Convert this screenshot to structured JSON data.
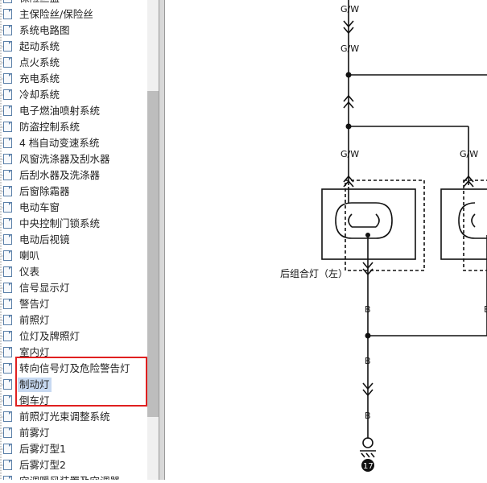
{
  "sidebar": {
    "items": [
      {
        "label": "保险丝盒"
      },
      {
        "label": "主保险丝/保险丝"
      },
      {
        "label": "系统电路图"
      },
      {
        "label": "起动系统"
      },
      {
        "label": "点火系统"
      },
      {
        "label": "充电系统"
      },
      {
        "label": "冷却系统"
      },
      {
        "label": "电子燃油喷射系统"
      },
      {
        "label": "防盗控制系统"
      },
      {
        "label": "4 档自动变速系统"
      },
      {
        "label": "风窗洗涤器及刮水器"
      },
      {
        "label": "后刮水器及洗涤器"
      },
      {
        "label": "后窗除霜器"
      },
      {
        "label": "电动车窗"
      },
      {
        "label": "中央控制门锁系统"
      },
      {
        "label": "电动后视镜"
      },
      {
        "label": "喇叭"
      },
      {
        "label": "仪表"
      },
      {
        "label": "信号显示灯"
      },
      {
        "label": "警告灯"
      },
      {
        "label": "前照灯"
      },
      {
        "label": "位灯及牌照灯"
      },
      {
        "label": "室内灯"
      },
      {
        "label": "转向信号灯及危险警告灯"
      },
      {
        "label": "制动灯",
        "selected": true
      },
      {
        "label": "倒车灯"
      },
      {
        "label": "前照灯光束调整系统"
      },
      {
        "label": "前雾灯"
      },
      {
        "label": "后雾灯型1"
      },
      {
        "label": "后雾灯型2"
      },
      {
        "label": "空调暖风装置及空调器"
      }
    ]
  },
  "diagram": {
    "wire_gw": "G/W",
    "wire_b": "B",
    "lamp_label": "后组合灯（左）",
    "ground_number": "17"
  },
  "colors": {
    "highlight_border": "#e02020",
    "selection_bg": "#c7d9f1"
  }
}
